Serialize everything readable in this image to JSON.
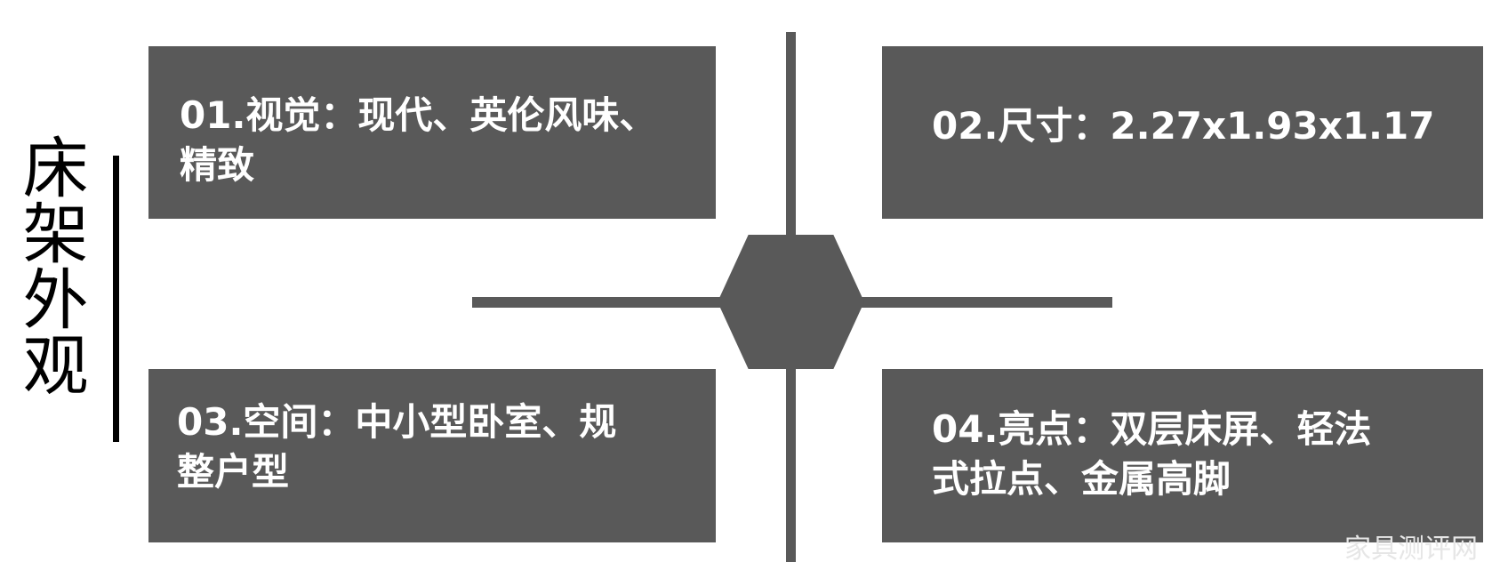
{
  "title": "床架外观",
  "items": [
    {
      "line1": "01.视觉：现代、英伦风味、",
      "line2": "精致"
    },
    {
      "line1": "02.尺寸：2.27x1.93x1.17",
      "line2": ""
    },
    {
      "line1": "03.空间：中小型卧室、规",
      "line2": "整户型"
    },
    {
      "line1": "04.亮点：双层床屏、轻法",
      "line2": "式拉点、金属高脚"
    }
  ],
  "watermark": "家具测评网",
  "colors": {
    "box": "#595959",
    "text": "#ffffff"
  }
}
